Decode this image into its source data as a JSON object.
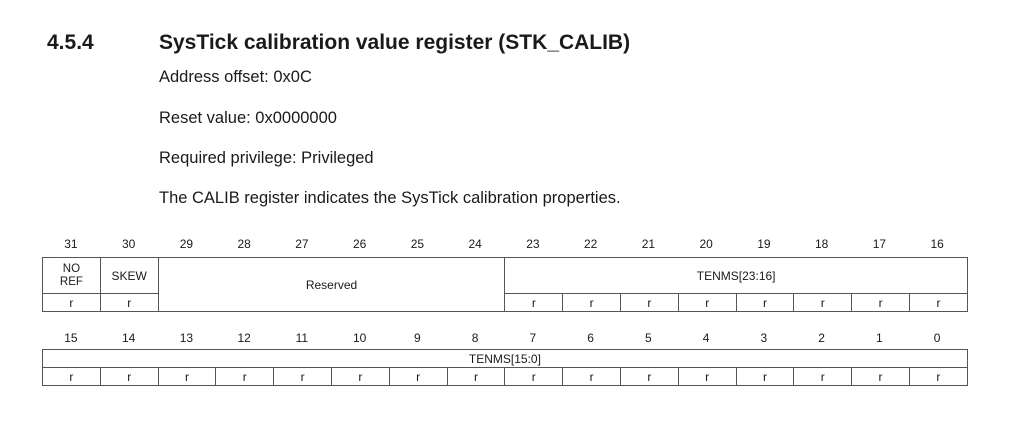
{
  "section": {
    "number": "4.5.4",
    "title": "SysTick calibration value register (STK_CALIB)"
  },
  "info": {
    "address_offset": "Address offset: 0x0C",
    "reset_value": "Reset value: 0x0000000",
    "privilege": "Required privilege: Privileged",
    "description": "The CALIB register indicates the SysTick calibration properties."
  },
  "upper": {
    "bits": [
      "31",
      "30",
      "29",
      "28",
      "27",
      "26",
      "25",
      "24",
      "23",
      "22",
      "21",
      "20",
      "19",
      "18",
      "17",
      "16"
    ],
    "fields": {
      "noref_line1": "NO",
      "noref_line2": "REF",
      "skew": "SKEW",
      "reserved": "Reserved",
      "tenms_hi": "TENMS[23:16]"
    },
    "access": {
      "noref": "r",
      "skew": "r",
      "tenms_hi": [
        "r",
        "r",
        "r",
        "r",
        "r",
        "r",
        "r",
        "r"
      ]
    }
  },
  "lower": {
    "bits": [
      "15",
      "14",
      "13",
      "12",
      "11",
      "10",
      "9",
      "8",
      "7",
      "6",
      "5",
      "4",
      "3",
      "2",
      "1",
      "0"
    ],
    "fields": {
      "tenms_lo": "TENMS[15:0]"
    },
    "access": [
      "r",
      "r",
      "r",
      "r",
      "r",
      "r",
      "r",
      "r",
      "r",
      "r",
      "r",
      "r",
      "r",
      "r",
      "r",
      "r"
    ]
  }
}
